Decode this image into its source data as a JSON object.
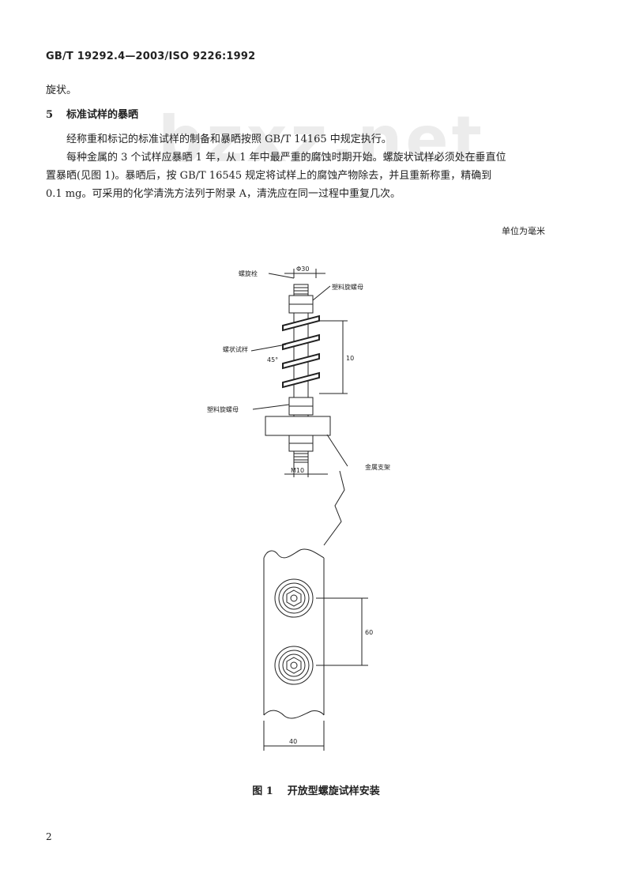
{
  "header": {
    "standard_code": "GB/T 19292.4—2003/ISO 9226:1992"
  },
  "watermark": "bzxz.net",
  "body": {
    "continuation": "旋状。",
    "section": {
      "number": "5",
      "title": "标准试样的暴晒"
    },
    "para1_line1": "经称重和标记的标准试样的制备和暴晒按照 GB/T 14165 中规定执行。",
    "para2_line1": "每种金属的 3 个试样应暴晒 1 年，从 1 年中最严重的腐蚀时期开始。螺旋状试样必须处在垂直位",
    "para2_line2": "置暴晒(见图 1)。暴晒后，按 GB/T 16545 规定将试样上的腐蚀产物除去，并且重新称重，精确到",
    "para2_line3": "0.1 mg。可采用的化学清洗方法列于附录 A，清洗应在同一过程中重复几次。"
  },
  "unit_note": "单位为毫米",
  "figure": {
    "labels": {
      "bolt": "螺旋栓",
      "plastic_nut_top": "塑料旋螺母",
      "spiral_specimen": "螺状试样",
      "plastic_nut_bottom": "塑料旋螺母",
      "metal_frame": "金属支架"
    },
    "dims": {
      "diameter": "Φ30",
      "height": "10",
      "angle": "45°",
      "thread": "M10",
      "spacing": "60",
      "width": "40"
    }
  },
  "caption": {
    "number": "图 1",
    "title": "开放型螺旋试样安装"
  },
  "page_number": "2"
}
